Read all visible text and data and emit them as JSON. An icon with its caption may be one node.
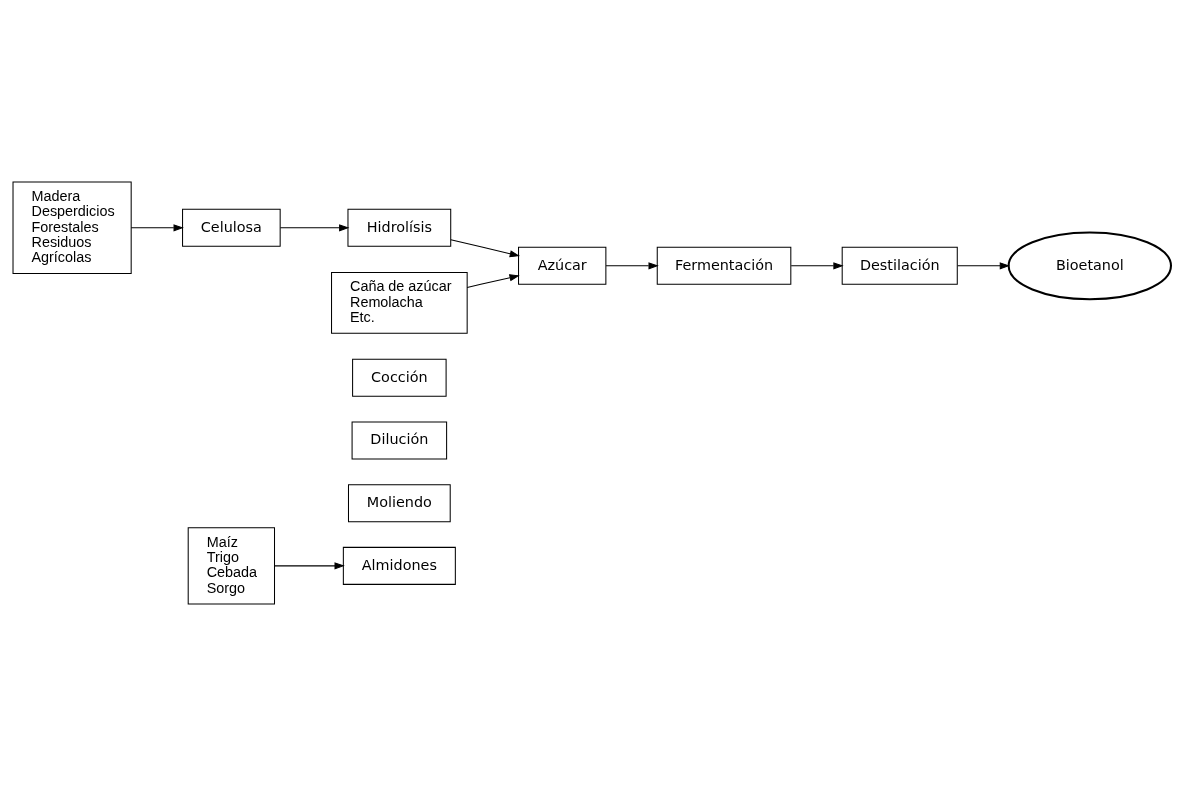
{
  "diagram": {
    "nodes": [
      {
        "text": [
          "Maíz",
          "Trigo",
          "Cebada",
          "Sorgo"
        ]
      },
      {
        "text": [
          "Almidones"
        ]
      },
      {
        "text": [
          "Moliendo"
        ]
      },
      {
        "text": [
          "Dilución"
        ]
      },
      {
        "text": [
          "Cocción"
        ]
      },
      {
        "text": [
          "Bioetanol"
        ]
      },
      {
        "text": [
          "Destilación"
        ]
      },
      {
        "text": [
          "Madera",
          "Desperdicios",
          "Forestales",
          "Residuos",
          "Agrícolas"
        ]
      },
      {
        "text": [
          "Celulosa"
        ]
      },
      {
        "text": [
          "Hidrolísis"
        ]
      },
      {
        "text": [
          "Caña de azúcar",
          "Remolacha",
          "Etc."
        ]
      },
      {
        "text": [
          "Azúcar"
        ]
      },
      {
        "text": [
          "Fermentación"
        ]
      }
    ],
    "edges": [
      {
        "from": 0,
        "to": 1,
        "arrow": "to"
      },
      {
        "from": 7,
        "to": 8,
        "arrow": "to"
      },
      {
        "from": 8,
        "to": 9,
        "arrow": "to"
      },
      {
        "from": 9,
        "to": 11,
        "arrow": "to"
      },
      {
        "from": 10,
        "to": 11,
        "arrow": "to"
      },
      {
        "from": 11,
        "to": 12,
        "arrow": "to"
      },
      {
        "from": 12,
        "to": 6,
        "arrow": "to"
      },
      {
        "from": 6,
        "to": 5,
        "arrow": "to"
      }
    ]
  }
}
